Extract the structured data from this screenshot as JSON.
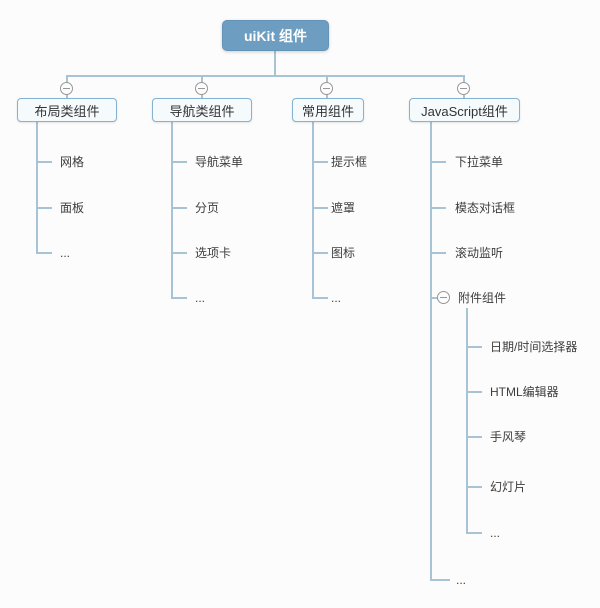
{
  "diagram": {
    "root": {
      "label": "uiKit 组件"
    },
    "branches": [
      {
        "label": "布局类组件",
        "children": [
          {
            "label": "网格"
          },
          {
            "label": "面板"
          },
          {
            "label": "..."
          }
        ]
      },
      {
        "label": "导航类组件",
        "children": [
          {
            "label": "导航菜单"
          },
          {
            "label": "分页"
          },
          {
            "label": "选项卡"
          },
          {
            "label": "..."
          }
        ]
      },
      {
        "label": "常用组件",
        "children": [
          {
            "label": "提示框"
          },
          {
            "label": "遮罩"
          },
          {
            "label": "图标"
          },
          {
            "label": "..."
          }
        ]
      },
      {
        "label": "JavaScript组件",
        "children": [
          {
            "label": "下拉菜单"
          },
          {
            "label": "模态对话框"
          },
          {
            "label": "滚动监听"
          },
          {
            "label": "附件组件",
            "children": [
              {
                "label": "日期/时间选择器"
              },
              {
                "label": "HTML编辑器"
              },
              {
                "label": "手风琴"
              },
              {
                "label": "幻灯片"
              },
              {
                "label": "..."
              }
            ]
          },
          {
            "label": "..."
          }
        ]
      }
    ],
    "icons": {
      "collapse": "minus-circle-icon"
    },
    "colors": {
      "root_fill": "#6d9ec1",
      "root_text": "#ffffff",
      "node_fill": "#f5fafd",
      "node_border": "#85b2d0",
      "connector": "#a8c3d6",
      "collapse_icon": "#979797",
      "text": "#3d3d3d",
      "background": "#fcfcfc"
    }
  }
}
